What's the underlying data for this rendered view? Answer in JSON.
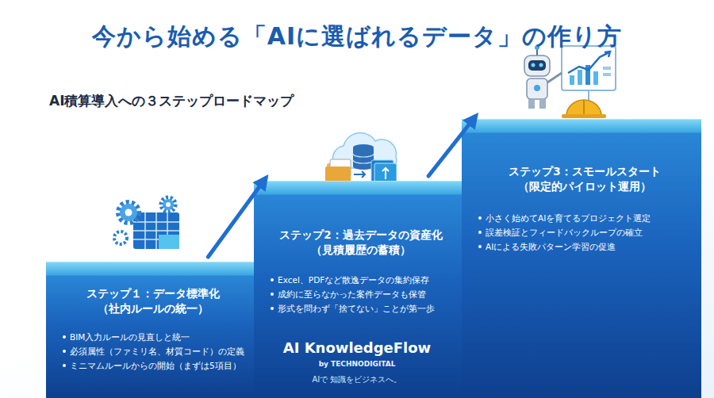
{
  "diagram": {
    "title": "今から始める「AIに選ばれるデータ」の作り方",
    "nodes": [
      {
        "text": [
          "ステップ１：データ標準化 （社内ルールの統一）",
          "BIM入力ルールの見直しと統一",
          "必須属性（ファミリ名、材質コード）の定義",
          "ミニマムルールからの開始（まずは5項目）"
        ]
      },
      {
        "text": [
          "ステップ2：過去データの資産化 （見積履歴の蓄積）",
          "Excel、PDFなど散逸データの集約保存",
          "成約に至らなかった案件データも保管",
          "形式を問わず「捨てない」ことが第一歩"
        ]
      },
      {
        "text": [
          "ステップ3：スモールスタート （限定的パイロット運用）",
          "小さく始めてAIを育てるプロジェクト選定",
          "誤差検証とフィードバックループの確立",
          "AIによる失敗パターン学習の促進"
        ]
      }
    ],
    "edges": [
      {
        "from": 0,
        "to": 1,
        "arrow": "to"
      },
      {
        "from": 1,
        "to": 2,
        "arrow": "to"
      }
    ],
    "labels": [
      "AI積算導入への３ステップロードマップ",
      "AI KnowledgeFlow",
      "by TECHNODIGITAL",
      "AIで 知識をビジネスへ。"
    ]
  }
}
